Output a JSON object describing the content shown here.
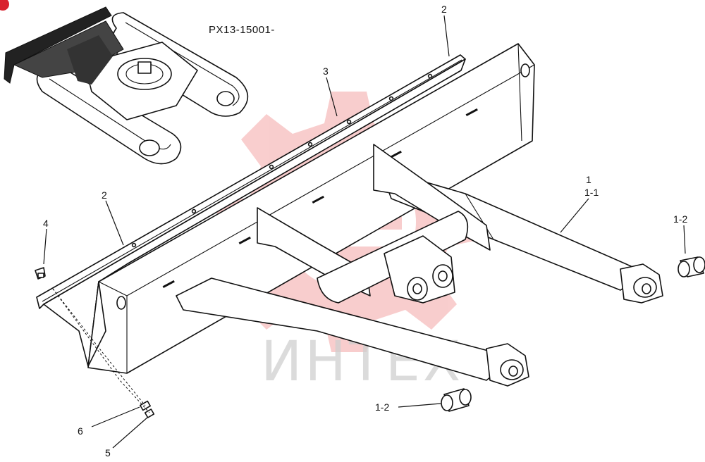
{
  "diagram": {
    "code": "PX13-15001-",
    "watermark": "ИНТЕХ",
    "labels": {
      "l2_top": "2",
      "l3": "3",
      "l2_left": "2",
      "l4": "4",
      "l1": "1",
      "l1_1": "1-1",
      "l1_2_right": "1-2",
      "l1_2_bottom": "1-2",
      "l6": "6",
      "l5": "5"
    },
    "colors": {
      "line": "#111111",
      "watermark": "#f4a6a6",
      "badge": "#d9232e"
    }
  }
}
